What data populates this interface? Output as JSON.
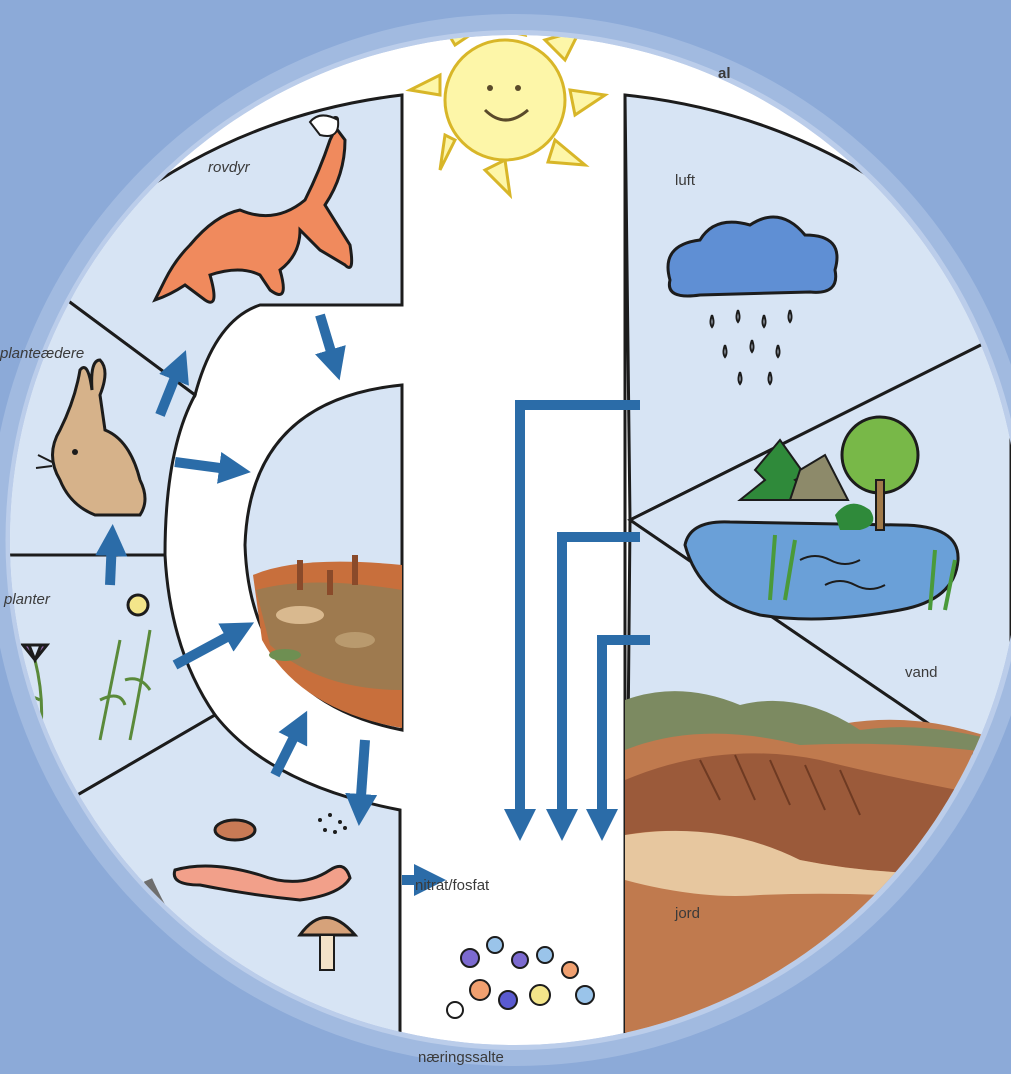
{
  "labels": {
    "predators": "rovdyr",
    "herbivores": "planteæderе",
    "plants": "planter",
    "air": "luft",
    "water": "vand",
    "soil": "jord",
    "nitrate_phosphate": "nitrat/fosfat",
    "nutrient_salts": "næringssalte",
    "top_right_fragment": "al"
  },
  "colors": {
    "panel_fill": "#d7e4f4",
    "panel_stroke": "#1c1c1c",
    "arrow": "#2b6ca8",
    "frame": "#6e93c9",
    "sun_fill": "#fdf6a8",
    "sun_stroke": "#d8b628",
    "fox": "#f08a5d",
    "hare": "#d6b28a",
    "water": "#6aa0d8",
    "soil_dark": "#a0522d",
    "soil_light": "#e8c9a6",
    "cloud": "#5f8fd4"
  }
}
